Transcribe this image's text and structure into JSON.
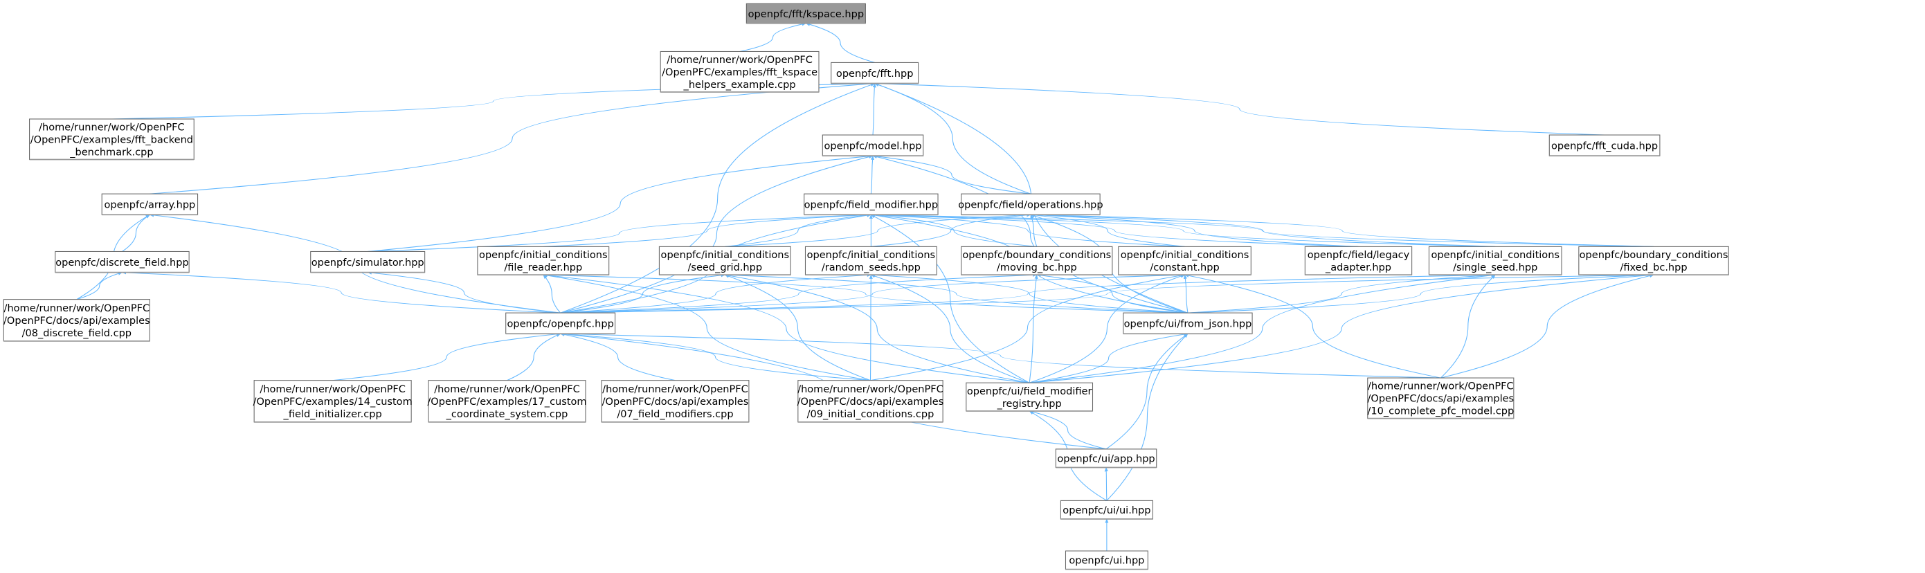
{
  "colors": {
    "edge": "#63b8ff",
    "highlight_fill": "#999999",
    "border": "#666666"
  },
  "nodes": [
    {
      "id": "kspace",
      "lines": [
        "openpfc/fft/kspace.hpp"
      ],
      "highlight": true
    },
    {
      "id": "kspace_ex",
      "lines": [
        "/home/runner/work/OpenPFC",
        "/OpenPFC/examples/fft_kspace",
        "_helpers_example.cpp"
      ]
    },
    {
      "id": "fft",
      "lines": [
        "openpfc/fft.hpp"
      ]
    },
    {
      "id": "bench",
      "lines": [
        "/home/runner/work/OpenPFC",
        "/OpenPFC/examples/fft_backend",
        "_benchmark.cpp"
      ]
    },
    {
      "id": "model",
      "lines": [
        "openpfc/model.hpp"
      ]
    },
    {
      "id": "cuda",
      "lines": [
        "openpfc/fft_cuda.hpp"
      ]
    },
    {
      "id": "array",
      "lines": [
        "openpfc/array.hpp"
      ]
    },
    {
      "id": "fmod",
      "lines": [
        "openpfc/field_modifier.hpp"
      ]
    },
    {
      "id": "ops",
      "lines": [
        "openpfc/field/operations.hpp"
      ]
    },
    {
      "id": "dfield",
      "lines": [
        "openpfc/discrete_field.hpp"
      ]
    },
    {
      "id": "sim",
      "lines": [
        "openpfc/simulator.hpp"
      ]
    },
    {
      "id": "freader",
      "lines": [
        "openpfc/initial_conditions",
        "/file_reader.hpp"
      ]
    },
    {
      "id": "seedgrid",
      "lines": [
        "openpfc/initial_conditions",
        "/seed_grid.hpp"
      ]
    },
    {
      "id": "rseeds",
      "lines": [
        "openpfc/initial_conditions",
        "/random_seeds.hpp"
      ]
    },
    {
      "id": "movbc",
      "lines": [
        "openpfc/boundary_conditions",
        "/moving_bc.hpp"
      ]
    },
    {
      "id": "const",
      "lines": [
        "openpfc/initial_conditions",
        "/constant.hpp"
      ]
    },
    {
      "id": "legacy",
      "lines": [
        "openpfc/field/legacy",
        "_adapter.hpp"
      ]
    },
    {
      "id": "sseed",
      "lines": [
        "openpfc/initial_conditions",
        "/single_seed.hpp"
      ]
    },
    {
      "id": "fixbc",
      "lines": [
        "openpfc/boundary_conditions",
        "/fixed_bc.hpp"
      ]
    },
    {
      "id": "ex08",
      "lines": [
        "/home/runner/work/OpenPFC",
        "/OpenPFC/docs/api/examples",
        "/08_discrete_field.cpp"
      ]
    },
    {
      "id": "openpfc",
      "lines": [
        "openpfc/openpfc.hpp"
      ]
    },
    {
      "id": "fromjson",
      "lines": [
        "openpfc/ui/from_json.hpp"
      ]
    },
    {
      "id": "ex14",
      "lines": [
        "/home/runner/work/OpenPFC",
        "/OpenPFC/examples/14_custom",
        "_field_initializer.cpp"
      ]
    },
    {
      "id": "ex17",
      "lines": [
        "/home/runner/work/OpenPFC",
        "/OpenPFC/examples/17_custom",
        "_coordinate_system.cpp"
      ]
    },
    {
      "id": "ex07",
      "lines": [
        "/home/runner/work/OpenPFC",
        "/OpenPFC/docs/api/examples",
        "/07_field_modifiers.cpp"
      ]
    },
    {
      "id": "ex09",
      "lines": [
        "/home/runner/work/OpenPFC",
        "/OpenPFC/docs/api/examples",
        "/09_initial_conditions.cpp"
      ]
    },
    {
      "id": "registry",
      "lines": [
        "openpfc/ui/field_modifier",
        "_registry.hpp"
      ]
    },
    {
      "id": "ex10",
      "lines": [
        "/home/runner/work/OpenPFC",
        "/OpenPFC/docs/api/examples",
        "/10_complete_pfc_model.cpp"
      ]
    },
    {
      "id": "app",
      "lines": [
        "openpfc/ui/app.hpp"
      ]
    },
    {
      "id": "uiui",
      "lines": [
        "openpfc/ui/ui.hpp"
      ]
    },
    {
      "id": "ui",
      "lines": [
        "openpfc/ui.hpp"
      ]
    }
  ],
  "edges": [
    [
      "kspace_ex",
      "kspace"
    ],
    [
      "fft",
      "kspace"
    ],
    [
      "bench",
      "fft"
    ],
    [
      "model",
      "fft"
    ],
    [
      "array",
      "fft"
    ],
    [
      "openpfc",
      "fft"
    ],
    [
      "ops",
      "fft"
    ],
    [
      "fromjson",
      "fft"
    ],
    [
      "cuda",
      "fft"
    ],
    [
      "sim",
      "model"
    ],
    [
      "openpfc",
      "model"
    ],
    [
      "fmod",
      "model"
    ],
    [
      "ops",
      "model"
    ],
    [
      "fromjson",
      "model"
    ],
    [
      "dfield",
      "array"
    ],
    [
      "openpfc",
      "array"
    ],
    [
      "ex08",
      "array"
    ],
    [
      "ex08",
      "dfield"
    ],
    [
      "openpfc",
      "dfield"
    ],
    [
      "sim",
      "fmod"
    ],
    [
      "openpfc",
      "fmod"
    ],
    [
      "freader",
      "fmod"
    ],
    [
      "seedgrid",
      "fmod"
    ],
    [
      "rseeds",
      "fmod"
    ],
    [
      "movbc",
      "fmod"
    ],
    [
      "const",
      "fmod"
    ],
    [
      "legacy",
      "fmod"
    ],
    [
      "sseed",
      "fmod"
    ],
    [
      "fixbc",
      "fmod"
    ],
    [
      "fromjson",
      "fmod"
    ],
    [
      "registry",
      "fmod"
    ],
    [
      "seedgrid",
      "ops"
    ],
    [
      "rseeds",
      "ops"
    ],
    [
      "movbc",
      "ops"
    ],
    [
      "const",
      "ops"
    ],
    [
      "legacy",
      "ops"
    ],
    [
      "sseed",
      "ops"
    ],
    [
      "fixbc",
      "ops"
    ],
    [
      "fromjson",
      "ops"
    ],
    [
      "openpfc",
      "sim"
    ],
    [
      "openpfc",
      "freader"
    ],
    [
      "fromjson",
      "freader"
    ],
    [
      "registry",
      "freader"
    ],
    [
      "ex09",
      "freader"
    ],
    [
      "openpfc",
      "seedgrid"
    ],
    [
      "fromjson",
      "seedgrid"
    ],
    [
      "registry",
      "seedgrid"
    ],
    [
      "ex09",
      "seedgrid"
    ],
    [
      "openpfc",
      "rseeds"
    ],
    [
      "fromjson",
      "rseeds"
    ],
    [
      "registry",
      "rseeds"
    ],
    [
      "ex09",
      "rseeds"
    ],
    [
      "openpfc",
      "movbc"
    ],
    [
      "fromjson",
      "movbc"
    ],
    [
      "registry",
      "movbc"
    ],
    [
      "openpfc",
      "const"
    ],
    [
      "fromjson",
      "const"
    ],
    [
      "registry",
      "const"
    ],
    [
      "ex09",
      "const"
    ],
    [
      "ex10",
      "const"
    ],
    [
      "openpfc",
      "sseed"
    ],
    [
      "fromjson",
      "sseed"
    ],
    [
      "registry",
      "sseed"
    ],
    [
      "ex10",
      "sseed"
    ],
    [
      "openpfc",
      "fixbc"
    ],
    [
      "fromjson",
      "fixbc"
    ],
    [
      "registry",
      "fixbc"
    ],
    [
      "ex10",
      "fixbc"
    ],
    [
      "ex14",
      "openpfc"
    ],
    [
      "ex17",
      "openpfc"
    ],
    [
      "ex07",
      "openpfc"
    ],
    [
      "ex09",
      "openpfc"
    ],
    [
      "ex10",
      "openpfc"
    ],
    [
      "app",
      "openpfc"
    ],
    [
      "registry",
      "fromjson"
    ],
    [
      "app",
      "fromjson"
    ],
    [
      "uiui",
      "fromjson"
    ],
    [
      "app",
      "registry"
    ],
    [
      "uiui",
      "registry"
    ],
    [
      "uiui",
      "app"
    ],
    [
      "ui",
      "uiui"
    ]
  ]
}
